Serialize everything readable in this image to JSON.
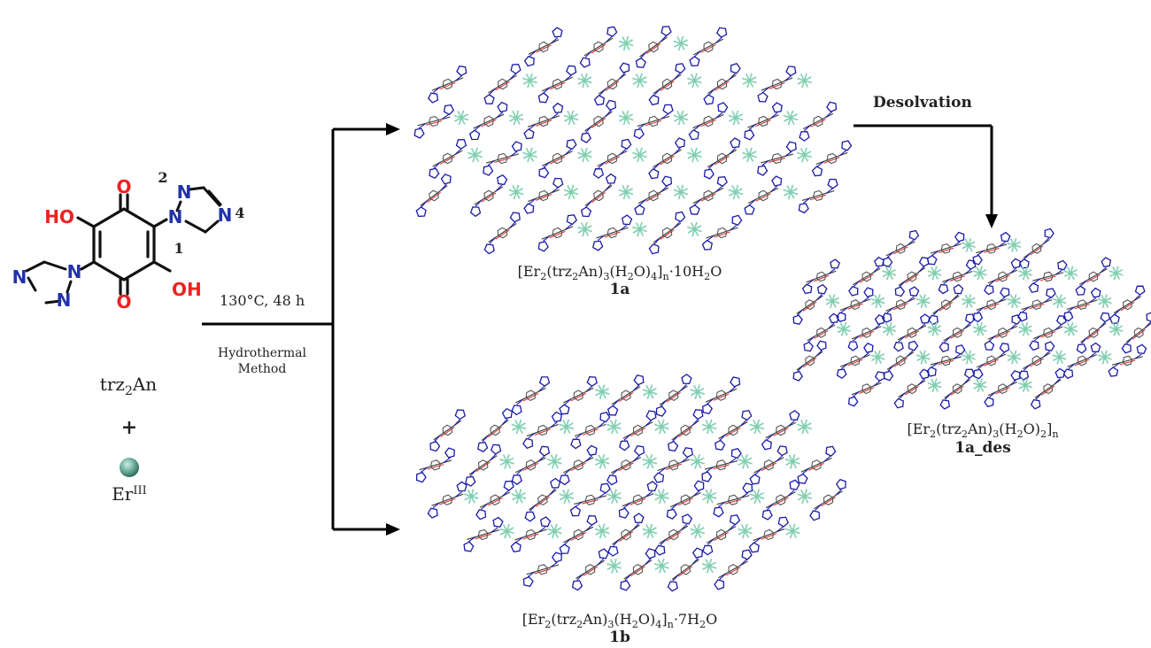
{
  "ligand": {
    "atoms": {
      "ho": "HO",
      "oh": "OH",
      "o": "O",
      "n": "N"
    },
    "numbers": {
      "n1": "1",
      "n2": "2",
      "n4": "4"
    },
    "name": {
      "main": "trz",
      "sub": "2",
      "tail": "An"
    }
  },
  "plus": "+",
  "metal": {
    "label": "Er",
    "sup": "III",
    "color": "#5f9f8f"
  },
  "reaction": {
    "conditions": "130°C, 48 h",
    "method_line1": "Hydrothermal",
    "method_line2": "Method"
  },
  "desolvation": "Desolvation",
  "compounds": {
    "c1a": {
      "f1": "[Er",
      "s1": "2",
      "f2": "(trz",
      "s2": "2",
      "f3": "An)",
      "s3": "3",
      "f4": "(H",
      "s4": "2",
      "f5": "O)",
      "s5": "4",
      "f6": "]",
      "s6": "n",
      "f7": "·10H",
      "s7": "2",
      "f8": "O",
      "id": "1a"
    },
    "c1b": {
      "f1": "[Er",
      "s1": "2",
      "f2": "(trz",
      "s2": "2",
      "f3": "An)",
      "s3": "3",
      "f4": "(H",
      "s4": "2",
      "f5": "O)",
      "s5": "4",
      "f6": "]",
      "s6": "n",
      "f7": "·7H",
      "s7": "2",
      "f8": "O",
      "id": "1b"
    },
    "c1ades": {
      "f1": "[Er",
      "s1": "2",
      "f2": "(trz",
      "s2": "2",
      "f3": "An)",
      "s3": "3",
      "f4": "(H",
      "s4": "2",
      "f5": "O)",
      "s5": "2",
      "f6": "]",
      "s6": "n",
      "id": "1a_des"
    }
  },
  "colors": {
    "oxygen": "#ee2222",
    "nitrogen": "#2233aa",
    "bond": "#111111",
    "erbium": "#7fcfb0",
    "ligand_wire": "#1a1aa8"
  }
}
